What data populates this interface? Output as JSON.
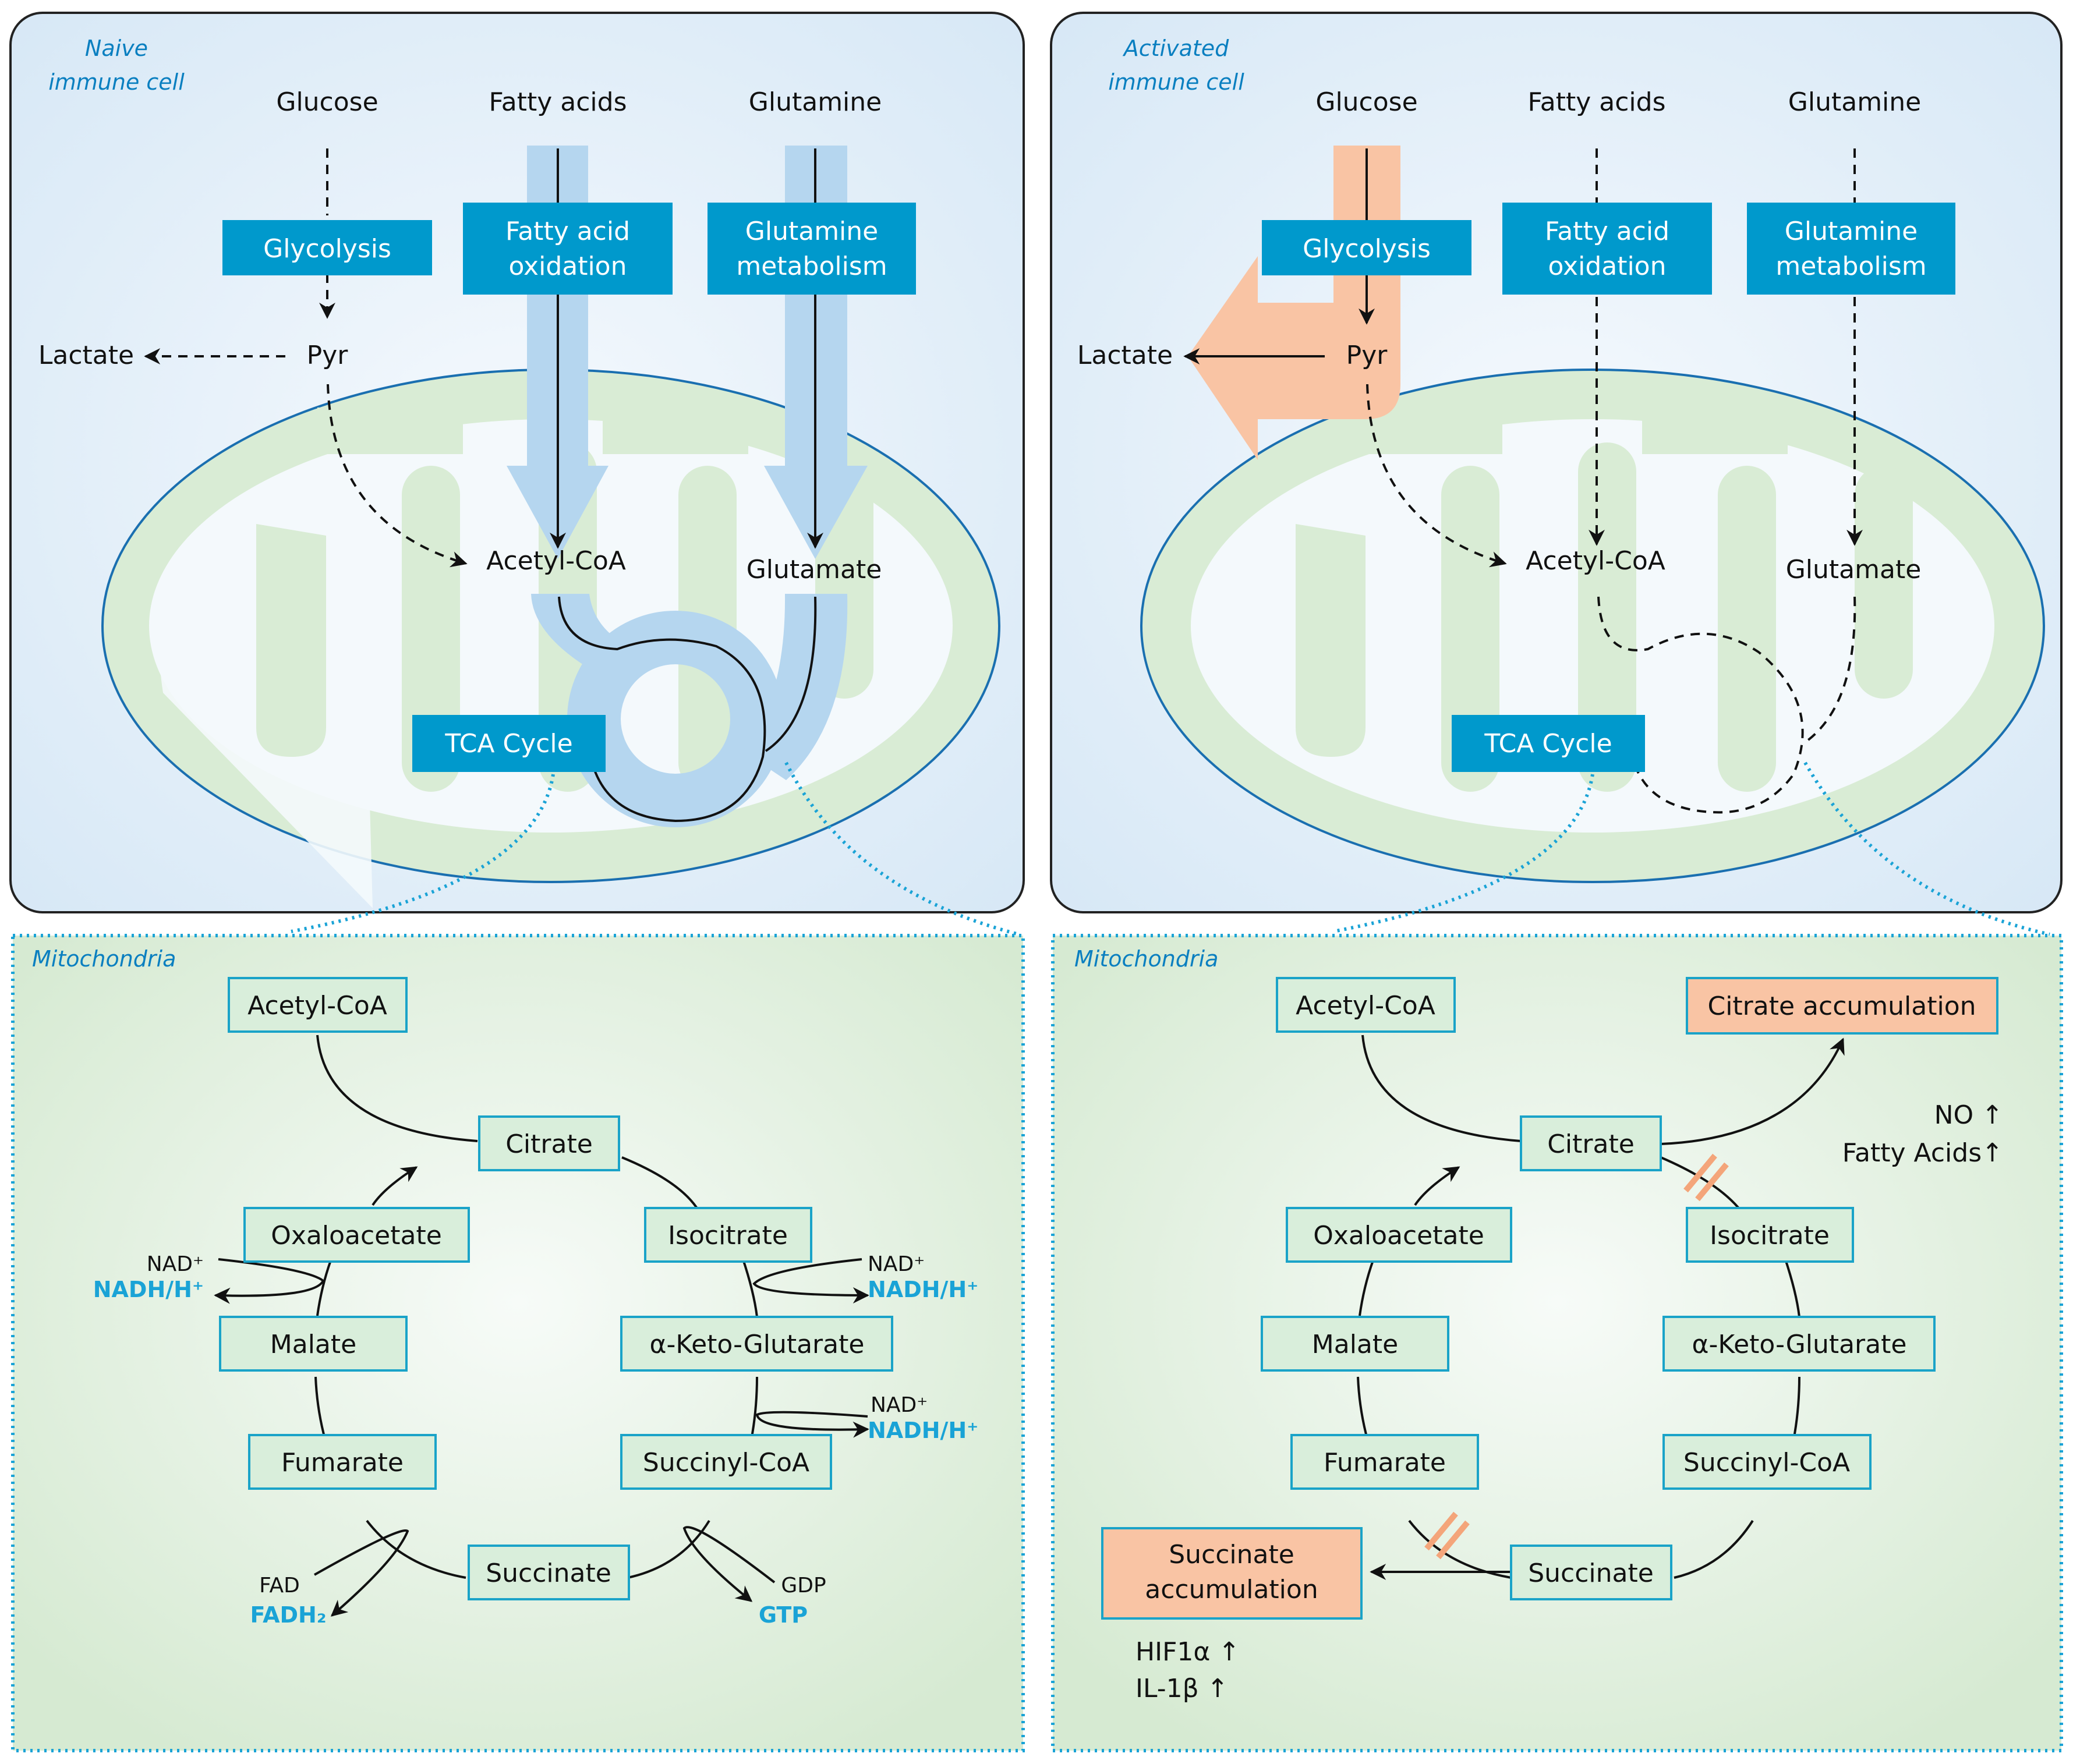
{
  "colors": {
    "panel_border": "#222222",
    "panel_bg": "#e4f0fa",
    "box_blue": "#0099cc",
    "flux_blue": "#b5d6ef",
    "flux_orange": "#f9c4a4",
    "mito_green": "#d8ecd4",
    "mito_border": "#1a6fb0",
    "tca_box_fill": "#d9eedb",
    "tca_box_border": "#1aa3c8",
    "accum_fill": "#f9c4a4",
    "accent_text": "#1aa3d6",
    "label_blue": "#0a7fc0"
  },
  "naive": {
    "title_line1": "Naive",
    "title_line2": "immune cell",
    "glucose": "Glucose",
    "fatty_acids": "Fatty acids",
    "glutamine": "Glutamine",
    "glycolysis": "Glycolysis",
    "fao_line1": "Fatty acid",
    "fao_line2": "oxidation",
    "glut_line1": "Glutamine",
    "glut_line2": "metabolism",
    "lactate": "Lactate",
    "pyr": "Pyr",
    "acetyl_coa": "Acetyl-CoA",
    "glutamate": "Glutamate",
    "tca_cycle": "TCA Cycle"
  },
  "activated": {
    "title_line1": "Activated",
    "title_line2": "immune cell",
    "glucose": "Glucose",
    "fatty_acids": "Fatty acids",
    "glutamine": "Glutamine",
    "glycolysis": "Glycolysis",
    "fao_line1": "Fatty acid",
    "fao_line2": "oxidation",
    "glut_line1": "Glutamine",
    "glut_line2": "metabolism",
    "lactate": "Lactate",
    "pyr": "Pyr",
    "acetyl_coa": "Acetyl-CoA",
    "glutamate": "Glutamate",
    "tca_cycle": "TCA Cycle"
  },
  "naive_tca": {
    "title": "Mitochondria",
    "acetyl_coa": "Acetyl-CoA",
    "citrate": "Citrate",
    "isocitrate": "Isocitrate",
    "akg": "α-Keto-Glutarate",
    "succinyl_coa": "Succinyl-CoA",
    "succinate": "Succinate",
    "fumarate": "Fumarate",
    "malate": "Malate",
    "oxaloacetate": "Oxaloacetate",
    "nad_left": "NAD⁺",
    "nadh_left": "NADH/H⁺",
    "nad_right1": "NAD⁺",
    "nadh_right1": "NADH/H⁺",
    "nad_right2": "NAD⁺",
    "nadh_right2": "NADH/H⁺",
    "fad": "FAD",
    "fadh2": "FADH₂",
    "gdp": "GDP",
    "gtp": "GTP"
  },
  "activated_tca": {
    "title": "Mitochondria",
    "acetyl_coa": "Acetyl-CoA",
    "citrate": "Citrate",
    "isocitrate": "Isocitrate",
    "akg": "α-Keto-Glutarate",
    "succinyl_coa": "Succinyl-CoA",
    "succinate": "Succinate",
    "fumarate": "Fumarate",
    "malate": "Malate",
    "oxaloacetate": "Oxaloacetate",
    "citrate_accum": "Citrate accumulation",
    "no_up": "NO ↑",
    "fatty_acids_up": "Fatty Acids↑",
    "succinate_accum_line1": "Succinate",
    "succinate_accum_line2": "accumulation",
    "hif_up": "HIF1α ↑",
    "il1b_up": "IL-1β ↑"
  }
}
